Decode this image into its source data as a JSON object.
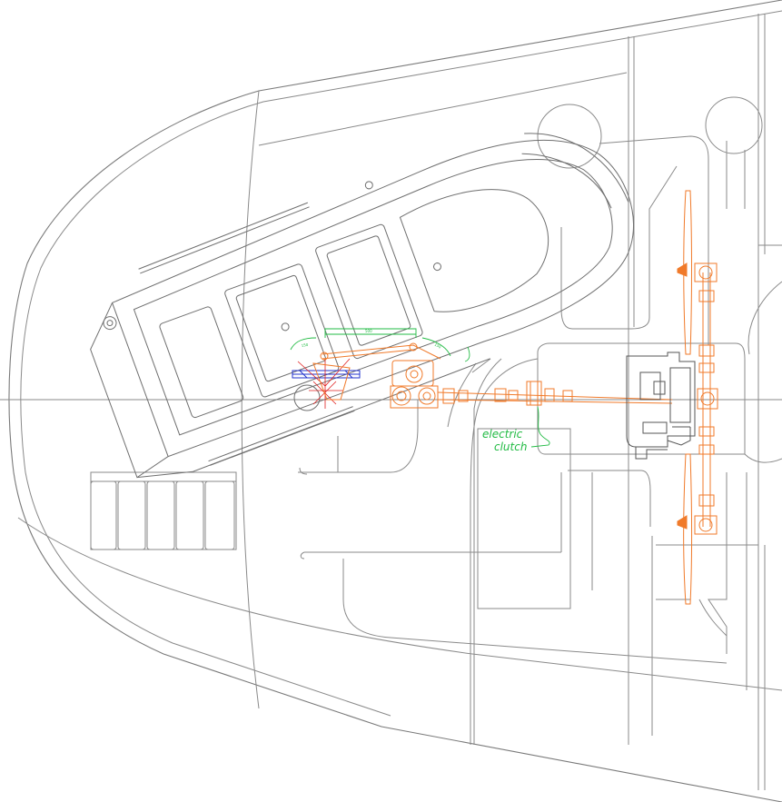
{
  "annotation": {
    "line1": "electric",
    "line2": "clutch"
  },
  "dimensions": {
    "left": "150",
    "top": "500",
    "right": "150"
  },
  "colors": {
    "hull": "#8a8a8a",
    "mechanism": "#f07a2a",
    "dimension": "#22bb44",
    "blue_part": "#2233cc",
    "red_detail": "#e02020"
  }
}
